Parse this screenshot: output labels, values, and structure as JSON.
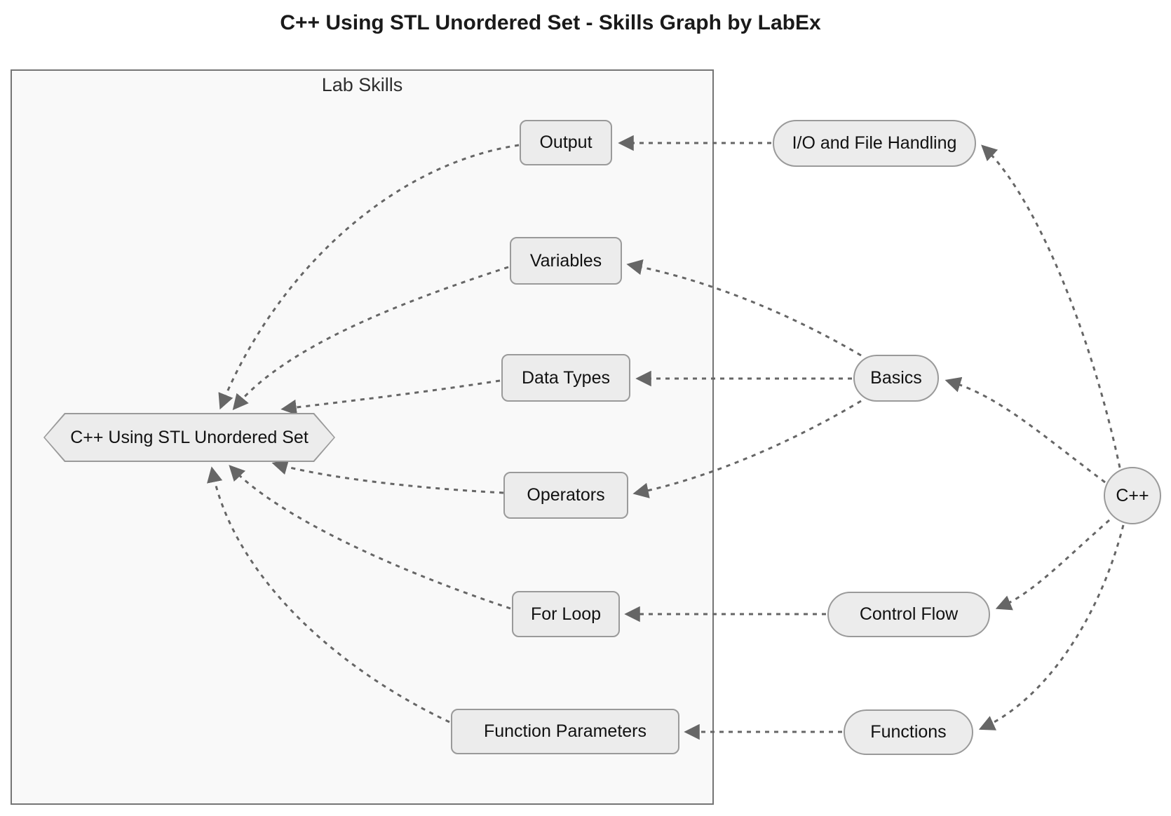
{
  "title": "C++ Using STL Unordered Set - Skills Graph by LabEx",
  "cluster": {
    "label": "Lab Skills"
  },
  "nodes": {
    "main": {
      "label": "C++ Using STL Unordered Set",
      "shape": "hexagon"
    },
    "output": {
      "label": "Output",
      "shape": "rect"
    },
    "variables": {
      "label": "Variables",
      "shape": "rect"
    },
    "data_types": {
      "label": "Data Types",
      "shape": "rect"
    },
    "operators": {
      "label": "Operators",
      "shape": "rect"
    },
    "for_loop": {
      "label": "For Loop",
      "shape": "rect"
    },
    "function_parameters": {
      "label": "Function Parameters",
      "shape": "rect"
    },
    "io": {
      "label": "I/O and File Handling",
      "shape": "stadium"
    },
    "basics": {
      "label": "Basics",
      "shape": "stadium"
    },
    "control_flow": {
      "label": "Control Flow",
      "shape": "stadium"
    },
    "functions": {
      "label": "Functions",
      "shape": "stadium"
    },
    "cpp": {
      "label": "C++",
      "shape": "circle"
    }
  },
  "edges": [
    {
      "from": "C++",
      "to": "I/O and File Handling",
      "style": "dotted-arrow"
    },
    {
      "from": "C++",
      "to": "Basics",
      "style": "dotted-arrow"
    },
    {
      "from": "C++",
      "to": "Control Flow",
      "style": "dotted-arrow"
    },
    {
      "from": "C++",
      "to": "Functions",
      "style": "dotted-arrow"
    },
    {
      "from": "I/O and File Handling",
      "to": "Output",
      "style": "dotted-arrow"
    },
    {
      "from": "Basics",
      "to": "Variables",
      "style": "dotted-arrow"
    },
    {
      "from": "Basics",
      "to": "Data Types",
      "style": "dotted-arrow"
    },
    {
      "from": "Basics",
      "to": "Operators",
      "style": "dotted-arrow"
    },
    {
      "from": "Control Flow",
      "to": "For Loop",
      "style": "dotted-arrow"
    },
    {
      "from": "Functions",
      "to": "Function Parameters",
      "style": "dotted-arrow"
    },
    {
      "from": "Output",
      "to": "C++ Using STL Unordered Set",
      "style": "dotted-arrow"
    },
    {
      "from": "Variables",
      "to": "C++ Using STL Unordered Set",
      "style": "dotted-arrow"
    },
    {
      "from": "Data Types",
      "to": "C++ Using STL Unordered Set",
      "style": "dotted-arrow"
    },
    {
      "from": "Operators",
      "to": "C++ Using STL Unordered Set",
      "style": "dotted-arrow"
    },
    {
      "from": "For Loop",
      "to": "C++ Using STL Unordered Set",
      "style": "dotted-arrow"
    },
    {
      "from": "Function Parameters",
      "to": "C++ Using STL Unordered Set",
      "style": "dotted-arrow"
    }
  ],
  "colors": {
    "node-fill": "#ececec",
    "node-border": "#9a9a9a",
    "edge": "#666666",
    "cluster-fill": "#f9f9f9",
    "cluster-border": "#757575"
  }
}
